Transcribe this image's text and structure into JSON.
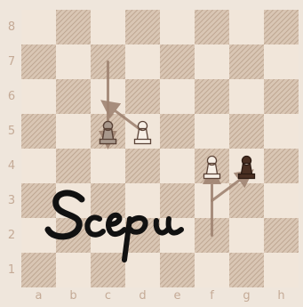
{
  "board": {
    "files": [
      "a",
      "b",
      "c",
      "d",
      "e",
      "f",
      "g",
      "h"
    ],
    "ranks": [
      "8",
      "7",
      "6",
      "5",
      "4",
      "3",
      "2",
      "1"
    ],
    "colors": {
      "light_square": "#f1e6da",
      "dark_square": "#d9c6b4",
      "hatch": "#b89f8a",
      "label": "#c4aa96",
      "arrow": "#a08472"
    }
  },
  "pieces": [
    {
      "square": "c5",
      "type": "pawn",
      "color": "black",
      "icon": "black-pawn-icon"
    },
    {
      "square": "c5",
      "type": "pawn",
      "color": "white",
      "ghost": true,
      "icon": "white-pawn-icon"
    },
    {
      "square": "d5",
      "type": "pawn",
      "color": "white",
      "icon": "white-pawn-icon"
    },
    {
      "square": "f4",
      "type": "pawn",
      "color": "white",
      "icon": "white-pawn-icon"
    },
    {
      "square": "g4",
      "type": "pawn",
      "color": "black",
      "icon": "black-pawn-icon"
    }
  ],
  "arrows": [
    {
      "from": "c7",
      "to": "c5"
    },
    {
      "from": "d5",
      "to": "c6"
    },
    {
      "from": "f2",
      "to": "f4"
    },
    {
      "from": "f3",
      "to": "g4"
    }
  ],
  "watermark": {
    "text": "Scepu",
    "style": "handwritten signature",
    "color": "#111111"
  }
}
